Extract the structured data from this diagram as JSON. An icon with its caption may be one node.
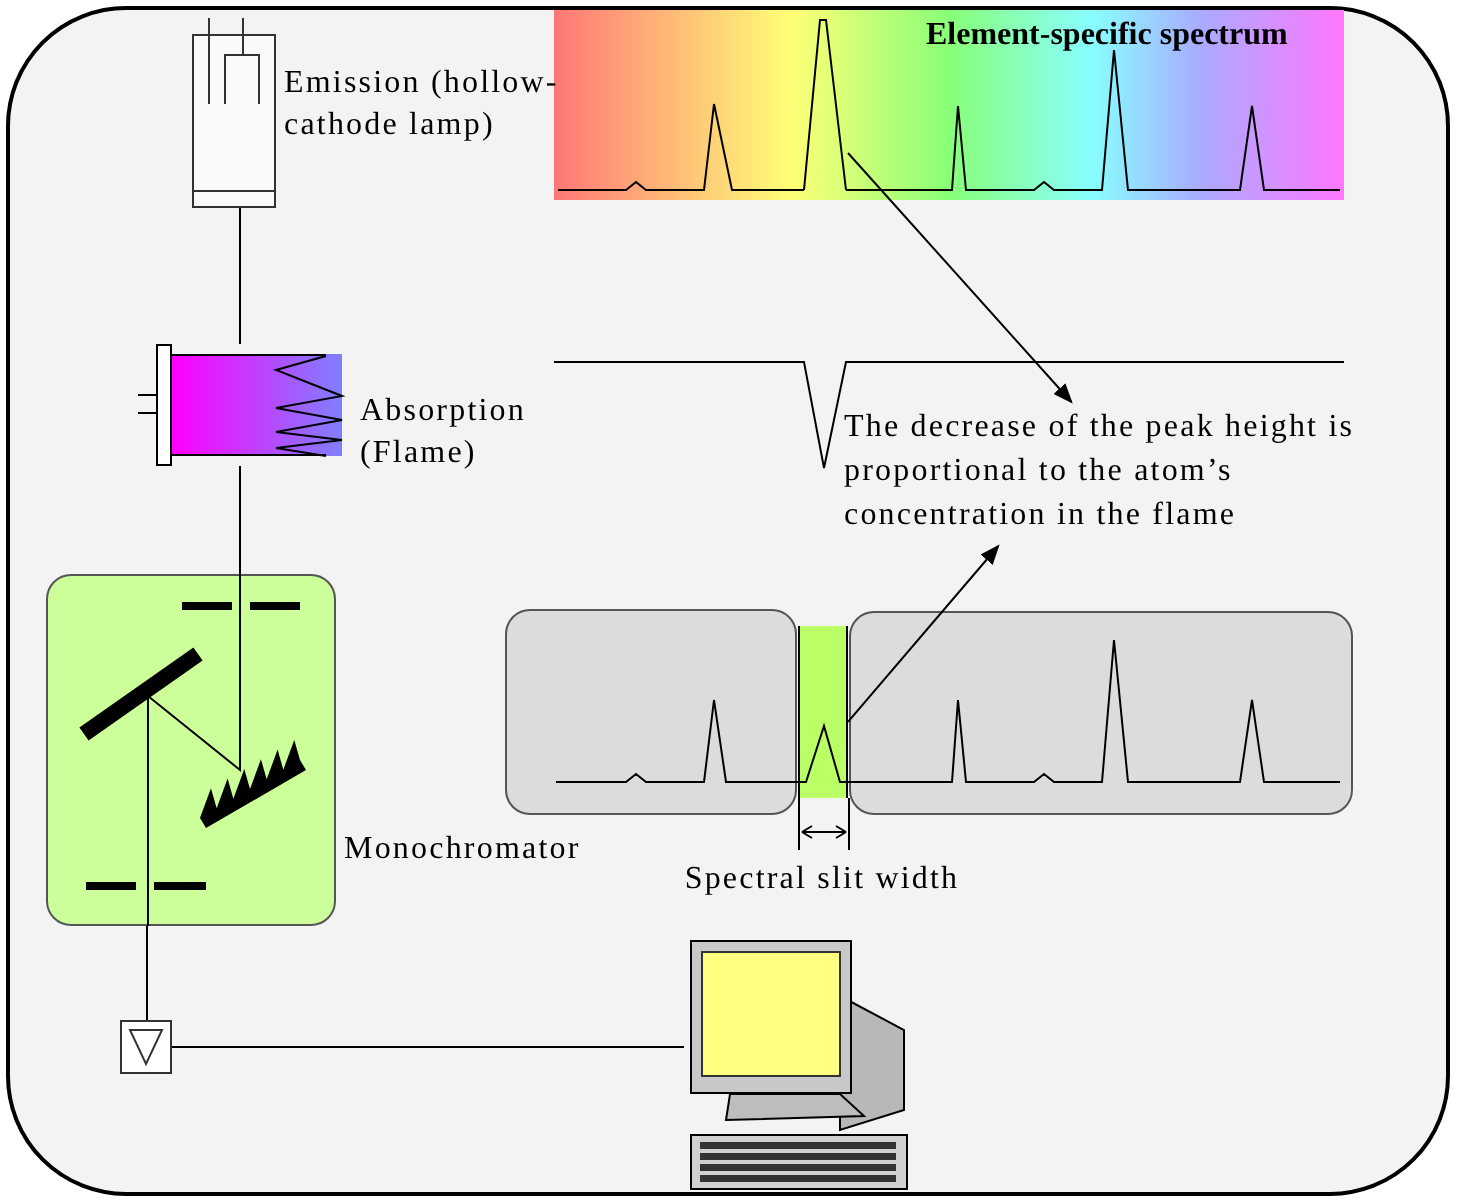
{
  "diagram": {
    "nodes": [
      {
        "text": [],
        "shape": "box",
        "beside": [
          "Emission (hollow-cathode lamp)"
        ]
      },
      {
        "text": [
          "Element-specific spectrum"
        ]
      },
      {
        "text": [],
        "shape": "picture",
        "in": 1
      },
      {
        "text": [],
        "shape": "picture",
        "beside": [
          "Absorption (Flame)"
        ]
      },
      {
        "text": [
          "The decrease of the peak height is proportional to the atom’s concentration in the flame"
        ]
      },
      {
        "text": [],
        "shape": "box",
        "beside": [
          "Monochromator"
        ]
      },
      {
        "text": [],
        "shape": "bar"
      },
      {
        "text": [],
        "shape": "box"
      },
      {
        "text": [],
        "shape": "picture"
      }
    ],
    "edges": [
      {
        "from": 0,
        "to": 3,
        "arrow": "none"
      },
      {
        "from": 3,
        "to": 5,
        "arrow": "none"
      },
      {
        "from": 5,
        "to": 7,
        "arrow": "none"
      },
      {
        "from": 7,
        "to": 8,
        "arrow": "none"
      },
      {
        "from": 2,
        "to": 4,
        "arrow": "to"
      },
      {
        "from": 6,
        "to": 4,
        "arrow": "to"
      }
    ],
    "labels": [
      "Spectral slit width"
    ]
  }
}
